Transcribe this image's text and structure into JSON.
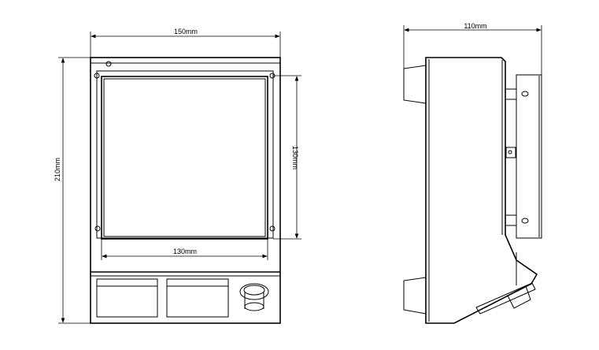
{
  "front_view": {
    "width_label": "150mm",
    "height_label": "210mm",
    "screen_height_label": "130mm",
    "screen_width_label": "130mm"
  },
  "side_view": {
    "depth_label": "110mm"
  }
}
